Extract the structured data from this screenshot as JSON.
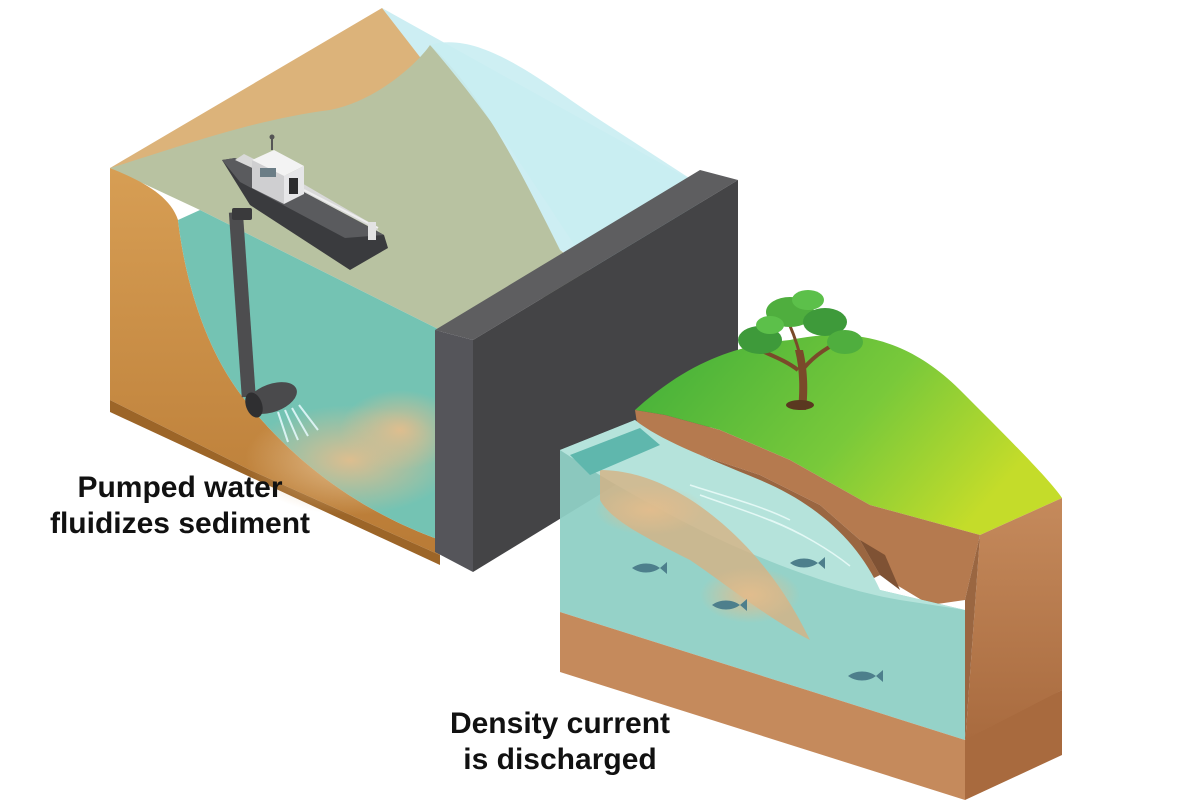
{
  "labels": {
    "pumped_line1": "Pumped water",
    "pumped_line2": "fluidizes sediment",
    "density_line1": "Density current",
    "density_line2": "is discharged"
  },
  "elements": {
    "boat": "dredge-boat-icon",
    "pipe": "suction-pipe",
    "nozzle": "jet-nozzle",
    "dam": "dam-wall",
    "tree": "tree-icon",
    "fish": "fish-icon"
  },
  "colors": {
    "soil": "#c8904a",
    "sand_top": "#dcb37a",
    "reservoir_water": "#b9c3a0",
    "reservoir_sky_water": "#cdeef3",
    "underwater": "#73c2b3",
    "sediment_plume": "#d8b486",
    "dam": "#4a4a4c",
    "dam_top": "#5c5c5e",
    "grass": "#6cc23c",
    "river_water": "#8fd0c5",
    "cliff": "#b47a4e",
    "fish": "#4d7f8c"
  },
  "fish_count": 4
}
